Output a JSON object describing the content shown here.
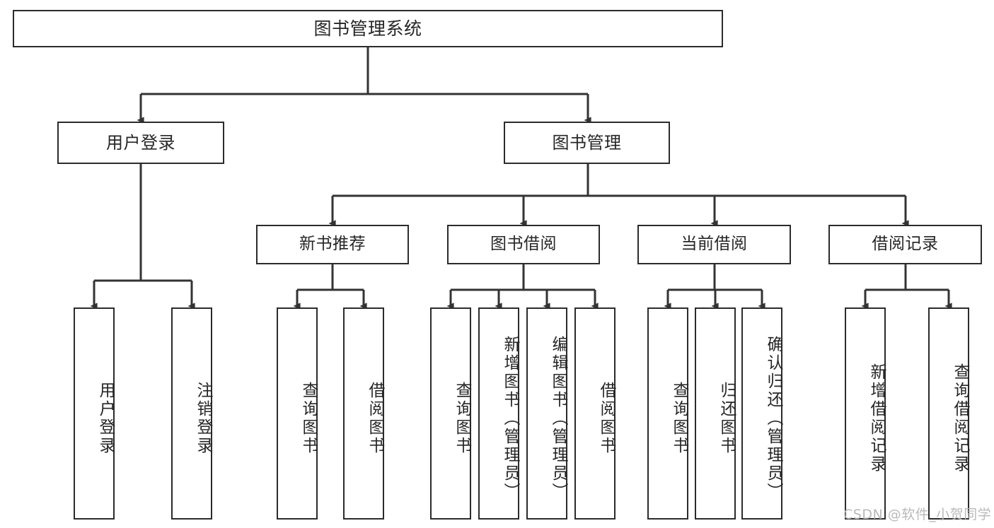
{
  "diagram": {
    "title": "图书管理系统",
    "root": {
      "label": "图书管理系统"
    },
    "level2": [
      {
        "label": "用户登录"
      },
      {
        "label": "图书管理"
      }
    ],
    "level3": [
      {
        "label": "新书推荐"
      },
      {
        "label": "图书借阅"
      },
      {
        "label": "当前借阅"
      },
      {
        "label": "借阅记录"
      }
    ],
    "leaves": {
      "user_login": [
        {
          "label": "用户登录"
        },
        {
          "label": "注销登录"
        }
      ],
      "new_book_recommend": [
        {
          "label": "查询图书"
        },
        {
          "label": "借阅图书"
        }
      ],
      "book_borrow": [
        {
          "label": "查询图书"
        },
        {
          "label": "新增图书（管理员）"
        },
        {
          "label": "编辑图书（管理员）"
        },
        {
          "label": "借阅图书"
        }
      ],
      "current_borrow": [
        {
          "label": "查询图书"
        },
        {
          "label": "归还图书"
        },
        {
          "label": "确认归还（管理员）"
        }
      ],
      "borrow_record": [
        {
          "label": "新增借阅记录"
        },
        {
          "label": "查询借阅记录"
        }
      ]
    }
  },
  "watermark": {
    "text": "CSDN @软件_小贺同学"
  },
  "colors": {
    "border": "#2b2b2b",
    "text": "#262626",
    "background": "#ffffff",
    "edge": "#333333",
    "watermark": "#b9b9b9"
  }
}
